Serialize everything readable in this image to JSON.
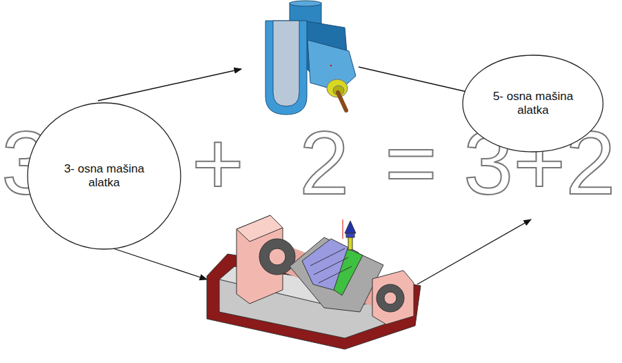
{
  "diagram": {
    "nodes": [
      {
        "text": [
          "3- osna mašina alatka"
        ]
      },
      {
        "text": [
          "5- osna mašina alatka"
        ]
      }
    ],
    "labels": [
      "3",
      "+",
      "2",
      "=",
      "3+2"
    ]
  }
}
